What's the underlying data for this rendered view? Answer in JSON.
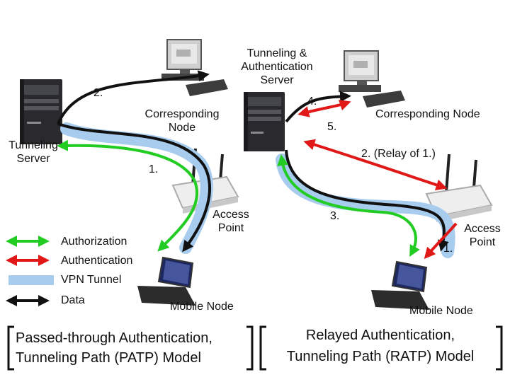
{
  "left_panel": {
    "tunneling_server": "Tunneling\nServer",
    "corresponding_node": "Corresponding\nNode",
    "access_point": "Access\nPoint",
    "mobile_node": "Mobile Node",
    "step_1": "1.",
    "step_2": "2.",
    "caption_line1": "Passed-through Authentication,",
    "caption_line2": "Tunneling Path (PATP) Model"
  },
  "right_panel": {
    "server": "Tunneling &\nAuthentication\nServer",
    "corresponding_node": "Corresponding Node",
    "access_point": "Access\nPoint",
    "mobile_node": "Mobile Node",
    "step_1": "1.",
    "step_2": "2. (Relay of 1.)",
    "step_3": "3.",
    "step_4": "4.",
    "step_5": "5.",
    "caption_line1": "Relayed Authentication,",
    "caption_line2": "Tunneling Path (RATP) Model"
  },
  "legend": {
    "authorization": "Authorization",
    "authentication": "Authentication",
    "vpn_tunnel": "VPN Tunnel",
    "data": "Data"
  },
  "colors": {
    "authorization": "#22cc22",
    "authentication": "#e01818",
    "vpn_tunnel": "#a8ccee",
    "data": "#111111"
  }
}
